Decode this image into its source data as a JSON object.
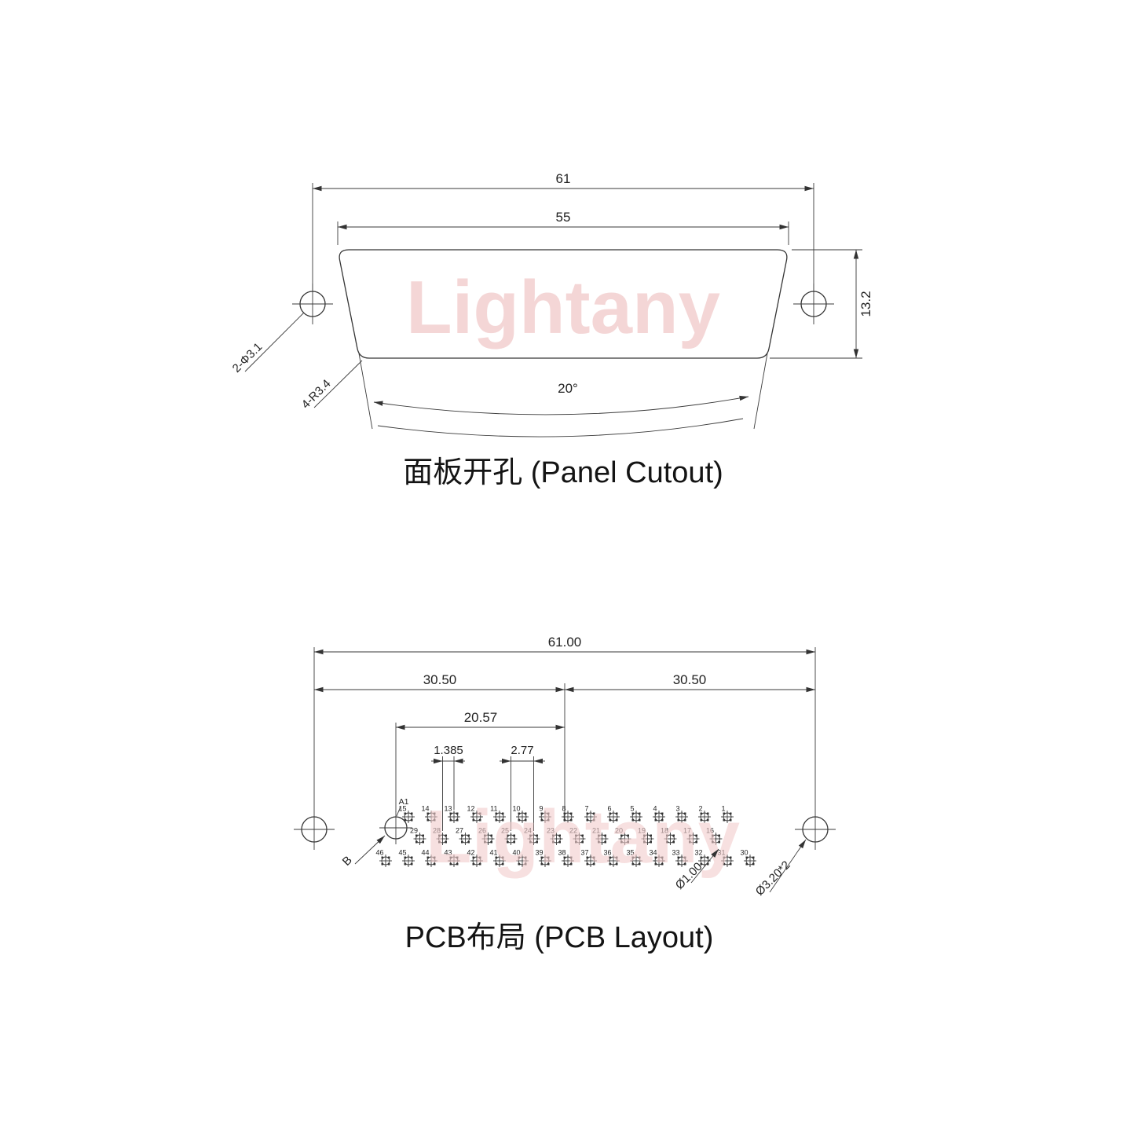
{
  "watermark": "Lightany",
  "panel_cutout": {
    "title": "面板开孔 (Panel Cutout)",
    "dim_outer_width": "61",
    "dim_cutout_width": "55",
    "dim_height": "13.2",
    "label_mount_holes": "2-Φ3.1",
    "label_corner_radius": "4-R3.4",
    "label_angle": "20°"
  },
  "pcb_layout": {
    "title": "PCB布局 (PCB Layout)",
    "dim_total_width": "61.00",
    "dim_left_half": "30.50",
    "dim_right_half": "30.50",
    "dim_a1_to_center": "20.57",
    "dim_row_stagger": "1.385",
    "dim_pin_pitch": "2.77",
    "label_a1": "A1",
    "label_b": "B",
    "label_pin_hole": "Ø1.00",
    "label_mount_holes": "Ø3.20*2",
    "pin_rows": [
      {
        "numbers": [
          15,
          14,
          13,
          12,
          11,
          10,
          9,
          8,
          7,
          6,
          5,
          4,
          3,
          2,
          1
        ]
      },
      {
        "numbers": [
          29,
          28,
          27,
          26,
          25,
          24,
          23,
          22,
          21,
          20,
          19,
          18,
          17,
          16
        ]
      },
      {
        "numbers": [
          46,
          45,
          44,
          43,
          42,
          41,
          40,
          39,
          38,
          37,
          36,
          35,
          34,
          33,
          32,
          31,
          30
        ]
      }
    ]
  }
}
